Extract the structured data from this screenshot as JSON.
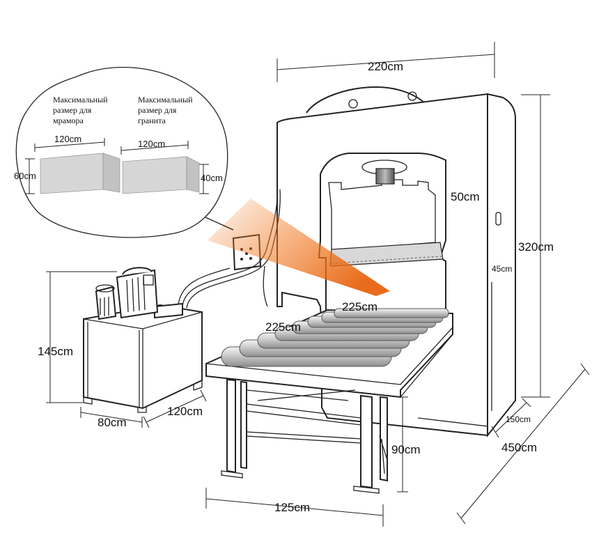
{
  "callout": {
    "marble_label_line1": "Максимальный",
    "marble_label_line2": "размер для",
    "marble_label_line3": "мрамора",
    "granite_label_line1": "Максимальный",
    "granite_label_line2": "размер для",
    "granite_label_line3": "гранита",
    "marble_width": "120cm",
    "marble_height": "60cm",
    "granite_width": "120cm",
    "granite_height": "40cm"
  },
  "dimensions": {
    "machine_width": "220cm",
    "machine_height": "320cm",
    "opening_width": "50cm",
    "opening_height": "45cm",
    "machine_depth": "150cm",
    "overall_length": "450cm",
    "roller_length_back": "225cm",
    "roller_length_front": "225cm",
    "table_height": "90cm",
    "table_width": "125cm",
    "pump_height": "145cm",
    "pump_depth": "80cm",
    "pump_width": "120cm"
  },
  "colors": {
    "orange_beam": "#f07a24",
    "block_fill": "#d4d4d4",
    "roller_fill": "#cfcfcf",
    "line": "#222222"
  }
}
